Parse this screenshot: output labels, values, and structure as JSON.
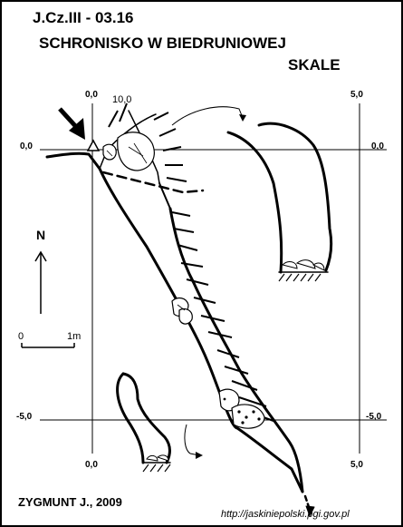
{
  "title": {
    "code": "J.Cz.III - 03.16",
    "line1": "SCHRONISKO W BIEDRUNIOWEJ",
    "line2": "SKALE"
  },
  "grid_labels": {
    "top_left_y": "0,0",
    "top_right_y": "0,0",
    "top_x": "0,0",
    "top_right_x": "5,0",
    "bottom_left_y": "-5,0",
    "bottom_right_y": "-5,0",
    "bottom_x": "0,0",
    "bottom_right_x": "5,0"
  },
  "elevation_label": "10,0",
  "scale": {
    "start": "0",
    "end": "1m"
  },
  "north_label": "N",
  "author": "ZYGMUNT J., 2009",
  "source": "http://jaskiniepolski.pgi.gov.pl",
  "colors": {
    "ink": "#000000",
    "paper": "#ffffff"
  }
}
